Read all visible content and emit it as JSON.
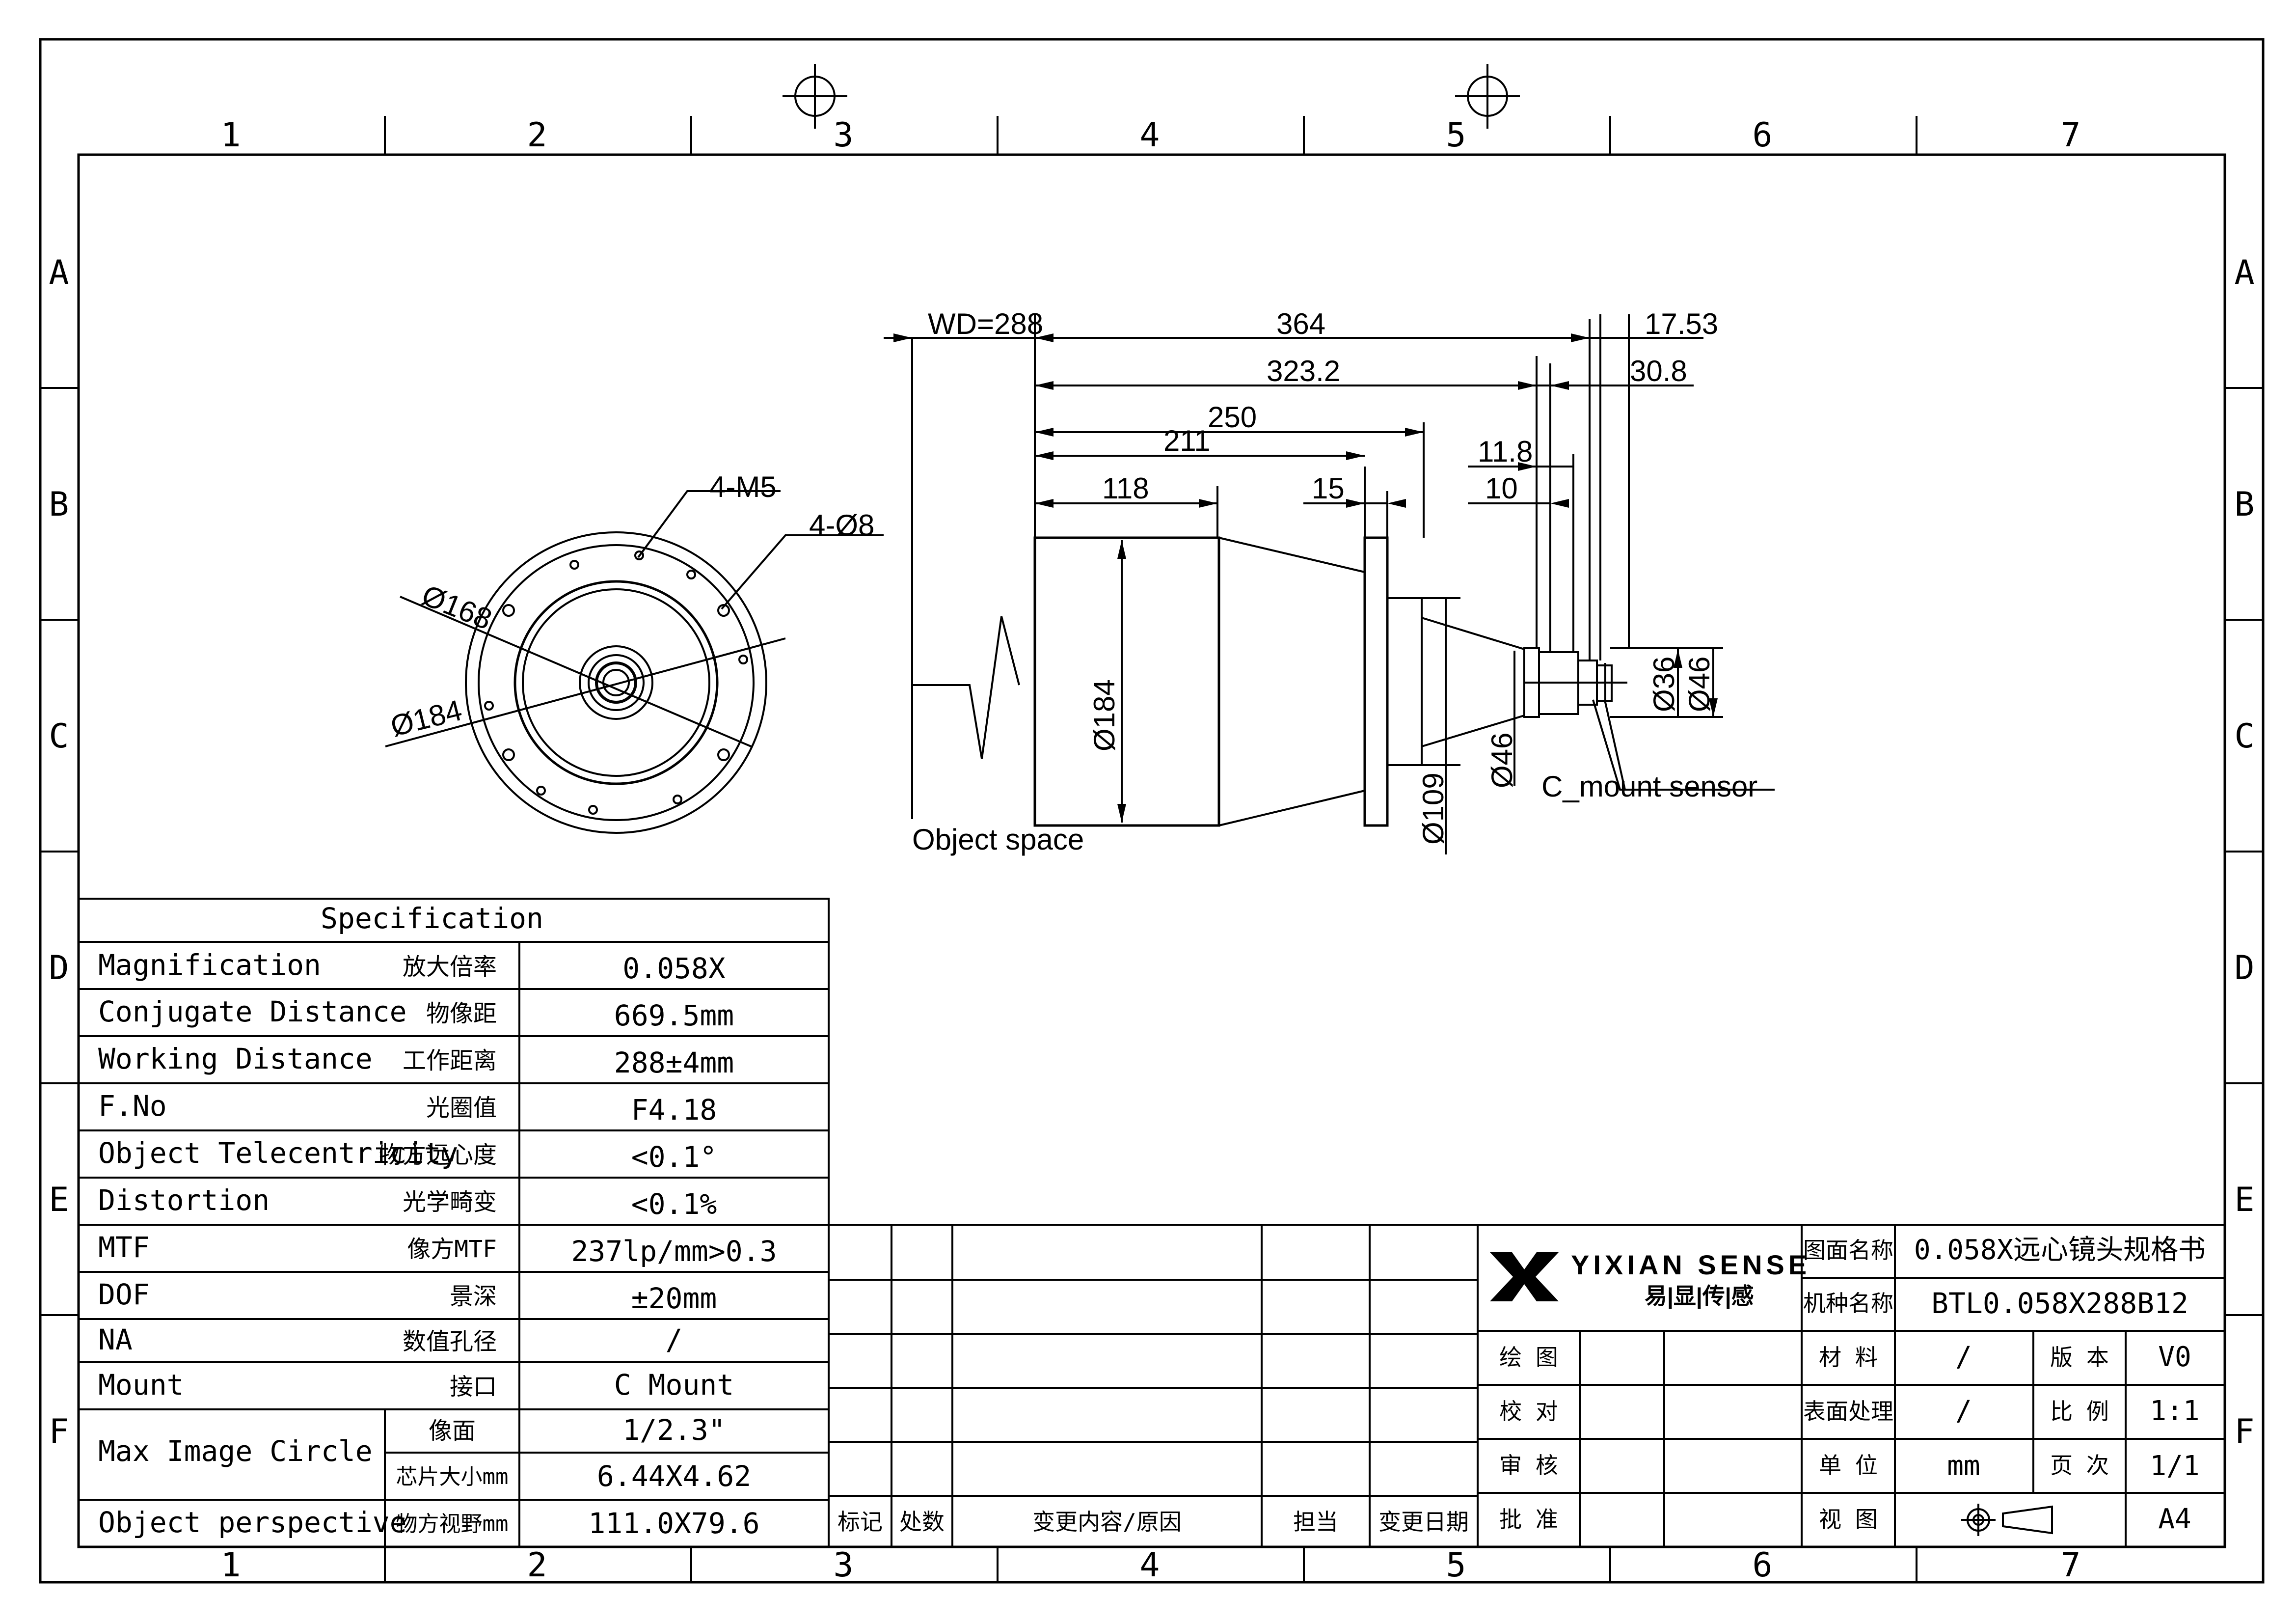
{
  "sheet": {
    "col_labels": [
      "1",
      "2",
      "3",
      "4",
      "5",
      "6",
      "7"
    ],
    "row_labels": [
      "A",
      "B",
      "C",
      "D",
      "E",
      "F"
    ]
  },
  "drawing": {
    "front_view": {
      "bolt_label": "4-M5",
      "hole_label": "4-Ø8",
      "d168_label": "Ø168",
      "d184_label": "Ø184"
    },
    "side_view": {
      "dims_horizontal": [
        "WD=288",
        "364",
        "17.53",
        "323.2",
        "30.8",
        "250",
        "211",
        "11.8",
        "118",
        "15",
        "10"
      ],
      "dims_vertical": [
        "Ø184",
        "Ø109",
        "Ø46",
        "Ø36",
        "Ø46"
      ],
      "object_space_label": "Object space",
      "sensor_label": "C_mount sensor"
    }
  },
  "spec_table": {
    "title": "Specification",
    "rows": [
      {
        "en": "Magnification",
        "zh": "放大倍率",
        "value": "0.058X"
      },
      {
        "en": "Conjugate Distance",
        "zh": "物像距",
        "value": "669.5mm"
      },
      {
        "en": "Working Distance",
        "zh": "工作距离",
        "value": "288±4mm"
      },
      {
        "en": "F.No",
        "zh": "光圈值",
        "value": "F4.18"
      },
      {
        "en": "Object Telecentricity",
        "zh": "物方远心度",
        "value": "<0.1°"
      },
      {
        "en": "Distortion",
        "zh": "光学畸变",
        "value": "<0.1%"
      },
      {
        "en": "MTF",
        "zh": "像方MTF",
        "value": "237lp/mm>0.3"
      },
      {
        "en": "DOF",
        "zh": "景深",
        "value": "±20mm"
      },
      {
        "en": "NA",
        "zh": "数值孔径",
        "value": "/"
      },
      {
        "en": "Mount",
        "zh": "接口",
        "value": "C Mount"
      }
    ],
    "max_image_circle": {
      "en": "Max Image Circle",
      "sub1": "像面",
      "val1": "1/2.3\"",
      "sub2": "芯片大小mm",
      "val2": "6.44X4.62"
    },
    "object_perspective": {
      "en": "Object perspective",
      "zh": "物方视野mm",
      "value": "111.0X79.6"
    }
  },
  "revision_table": {
    "headers": [
      "标记",
      "处数",
      "变更内容/原因",
      "担当",
      "变更日期"
    ]
  },
  "title_block": {
    "logo_text": "YIXIAN SENSE",
    "logo_sub": "易|显|传|感",
    "drawing_name_label": "图面名称",
    "drawing_name": "0.058X远心镜头规格书",
    "model_label": "机种名称",
    "model": "BTL0.058X288B12",
    "drawn_label": "绘 图",
    "check_label": "校 对",
    "review_label": "审 核",
    "approve_label": "批 准",
    "material_label": "材 料",
    "material": "/",
    "version_label": "版 本",
    "version": "V0",
    "surface_label": "表面处理",
    "surface": "/",
    "scale_label": "比 例",
    "scale": "1:1",
    "unit_label": "单 位",
    "unit": "mm",
    "page_label": "页 次",
    "page": "1/1",
    "view_label": "视 图",
    "paper": "A4"
  },
  "colors": {
    "line": "#000000",
    "background": "#ffffff"
  }
}
